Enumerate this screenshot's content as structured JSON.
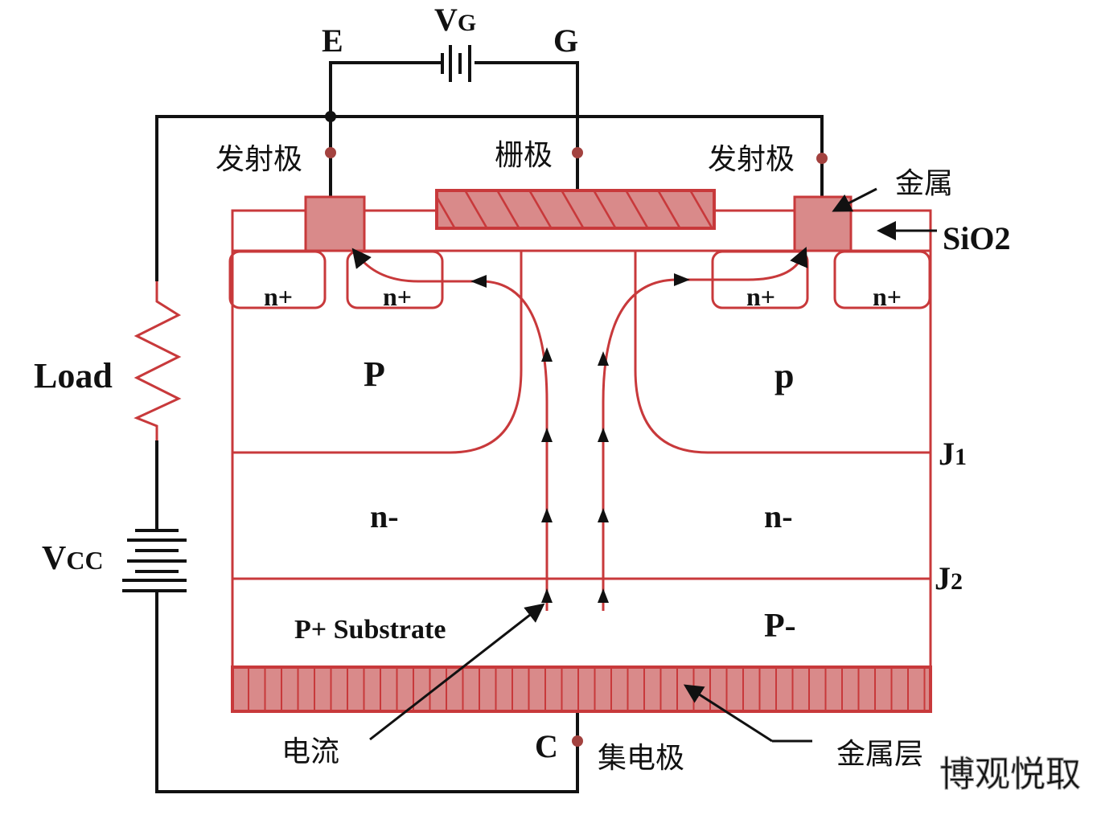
{
  "terminals": {
    "emitter": "E",
    "gate": "G",
    "collector": "C",
    "gate_voltage": "V",
    "gate_voltage_sub": "G",
    "supply": "V",
    "supply_sub": "CC",
    "load": "Load"
  },
  "labels": {
    "emitter_left": "发射极",
    "gate": "栅极",
    "emitter_right": "发射极",
    "metal": "金属",
    "oxide": "SiO2",
    "current": "电流",
    "collector": "集电极",
    "metal_layer": "金属层"
  },
  "regions": {
    "n_plus": "n+",
    "p_left": "P",
    "p_right": "p",
    "n_minus": "n-",
    "p_substrate": "P+ Substrate",
    "p_minus": "P-",
    "j1": "J",
    "j1_sub": "1",
    "j2": "J",
    "j2_sub": "2"
  },
  "watermark": "博观悦取",
  "colors": {
    "semiconductor": "#c8393b",
    "metal_fill": "#d98a8a",
    "wire": "#111111"
  }
}
